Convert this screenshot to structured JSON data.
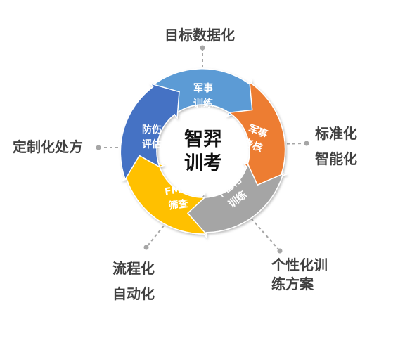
{
  "center": {
    "line1": "智羿",
    "line2": "训考"
  },
  "segments": [
    {
      "id": "military-training",
      "line1": "军事",
      "line2": "训练",
      "color": "#5B9BD5"
    },
    {
      "id": "military-assessment",
      "line1": "军事",
      "line2": "考核",
      "color": "#ED7D31"
    },
    {
      "id": "personalized-training",
      "line1": "个性化",
      "line2": "训练",
      "color": "#A5A5A5"
    },
    {
      "id": "fms-screening",
      "line1": "FMS",
      "line2": "筛查",
      "color": "#FFC000"
    },
    {
      "id": "prevention-evaluation",
      "line1": "防伤",
      "line2": "评估",
      "color": "#4472C4"
    }
  ],
  "outer_labels": {
    "top": "目标数据化",
    "right_line1": "标准化",
    "right_line2": "智能化",
    "left": "定制化处方",
    "bottom_left_line1": "流程化",
    "bottom_left_line2": "自动化",
    "bottom_right_line1": "个性化训",
    "bottom_right_line2": "练方案"
  },
  "colors": {
    "connector": "#A6A6A6",
    "label_text": "#404040",
    "center_text": "#111111"
  }
}
